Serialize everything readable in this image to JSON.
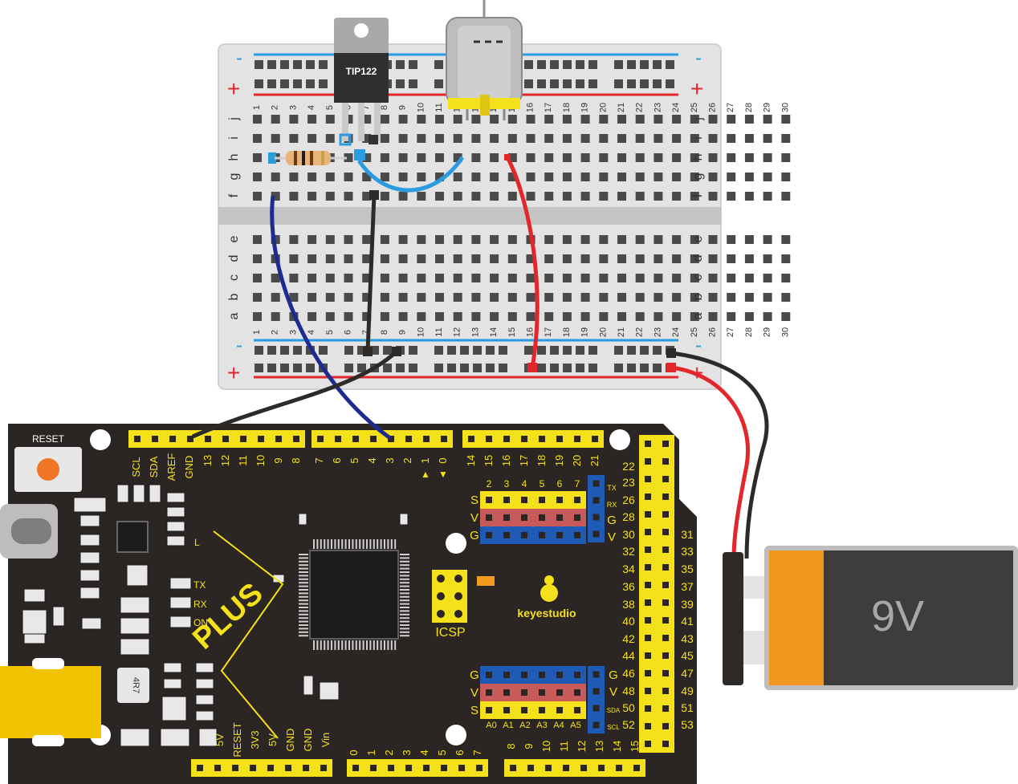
{
  "breadboard": {
    "row_labels_top": [
      "j",
      "i",
      "h",
      "g",
      "f"
    ],
    "row_labels_bottom": [
      "e",
      "d",
      "c",
      "b",
      "a"
    ],
    "column_numbers": [
      "1",
      "2",
      "3",
      "4",
      "5",
      "6",
      "7",
      "8",
      "9",
      "10",
      "11",
      "12",
      "13",
      "14",
      "15",
      "16",
      "17",
      "18",
      "19",
      "20",
      "21",
      "22",
      "23",
      "24",
      "25",
      "26",
      "27",
      "28",
      "29",
      "30"
    ],
    "rail_minus": "-",
    "rail_plus": "+"
  },
  "components": {
    "transistor_label": "TIP122",
    "battery_label": "9V"
  },
  "board": {
    "reset_label": "RESET",
    "brand": "keyestudio",
    "logo_text": "PLUS",
    "icsp_label": "ICSP",
    "inductor_label": "4R7",
    "top_left_header": [
      "SCL",
      "SDA",
      "AREF",
      "GND",
      "13",
      "12",
      "11",
      "10",
      "9",
      "8"
    ],
    "top_mid_header": [
      "7",
      "6",
      "5",
      "4",
      "3",
      "2",
      "1",
      "0"
    ],
    "top_right_header": [
      "14",
      "15",
      "16",
      "17",
      "18",
      "19",
      "20",
      "21"
    ],
    "right_col_a": [
      "22",
      "23",
      "26",
      "28",
      "30",
      "32",
      "34",
      "36",
      "38",
      "40",
      "42",
      "44",
      "46",
      "48",
      "50",
      "52"
    ],
    "right_col_b": [
      "31",
      "33",
      "35",
      "37",
      "39",
      "41",
      "43",
      "45",
      "47",
      "49",
      "51",
      "53"
    ],
    "svg_upper_top_nums": [
      "2",
      "3",
      "4",
      "5",
      "6",
      "7"
    ],
    "svg_upper_rows": [
      "S",
      "V",
      "G"
    ],
    "svg_upper_side": [
      "TX",
      "RX",
      "G",
      "V"
    ],
    "svg_lower_rows": [
      "G",
      "V",
      "S"
    ],
    "svg_lower_side": [
      "G",
      "V",
      "SDA",
      "SCL"
    ],
    "analog_labels": [
      "A0",
      "A1",
      "A2",
      "A3",
      "A4",
      "A5"
    ],
    "led_labels": [
      "L",
      "TX",
      "RX",
      "ON"
    ],
    "bottom_power": [
      "5V",
      "RESET",
      "3V3",
      "5V",
      "GND",
      "GND",
      "Vin"
    ],
    "bottom_mid": [
      "0",
      "1",
      "2",
      "3",
      "4",
      "5",
      "6",
      "7"
    ],
    "bottom_right": [
      "8",
      "9",
      "10",
      "11",
      "12",
      "13",
      "14",
      "15"
    ]
  },
  "colors": {
    "board": "#2b2523",
    "header": "#f5e11a",
    "blue_wire": "#1d2a8f",
    "black_wire": "#2d2a28",
    "red_wire": "#e2262c",
    "light_blue_wire": "#2b9be0",
    "battery_orange": "#f0961e",
    "breadboard": "#e6e6e6"
  }
}
